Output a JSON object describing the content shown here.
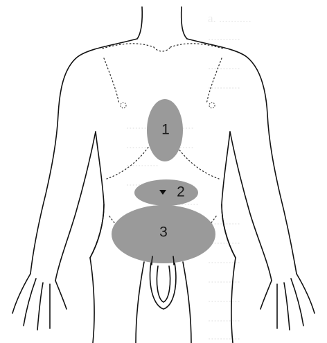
{
  "figure": {
    "colors": {
      "background": "#ffffff",
      "outline": "#111111",
      "region_fill": "#9a9a9a",
      "bleed_through_text": "#ececec"
    },
    "regions": [
      {
        "id": "region-1",
        "label": "1",
        "shape": "vertical ellipse",
        "location": "epigastric / upper midline"
      },
      {
        "id": "region-2",
        "label": "2",
        "shape": "horizontal ellipse",
        "location": "umbilical",
        "marker": "small arrowhead beside label"
      },
      {
        "id": "region-3",
        "label": "3",
        "shape": "large horizontal ellipse",
        "location": "hypogastric / lower abdomen"
      }
    ]
  }
}
